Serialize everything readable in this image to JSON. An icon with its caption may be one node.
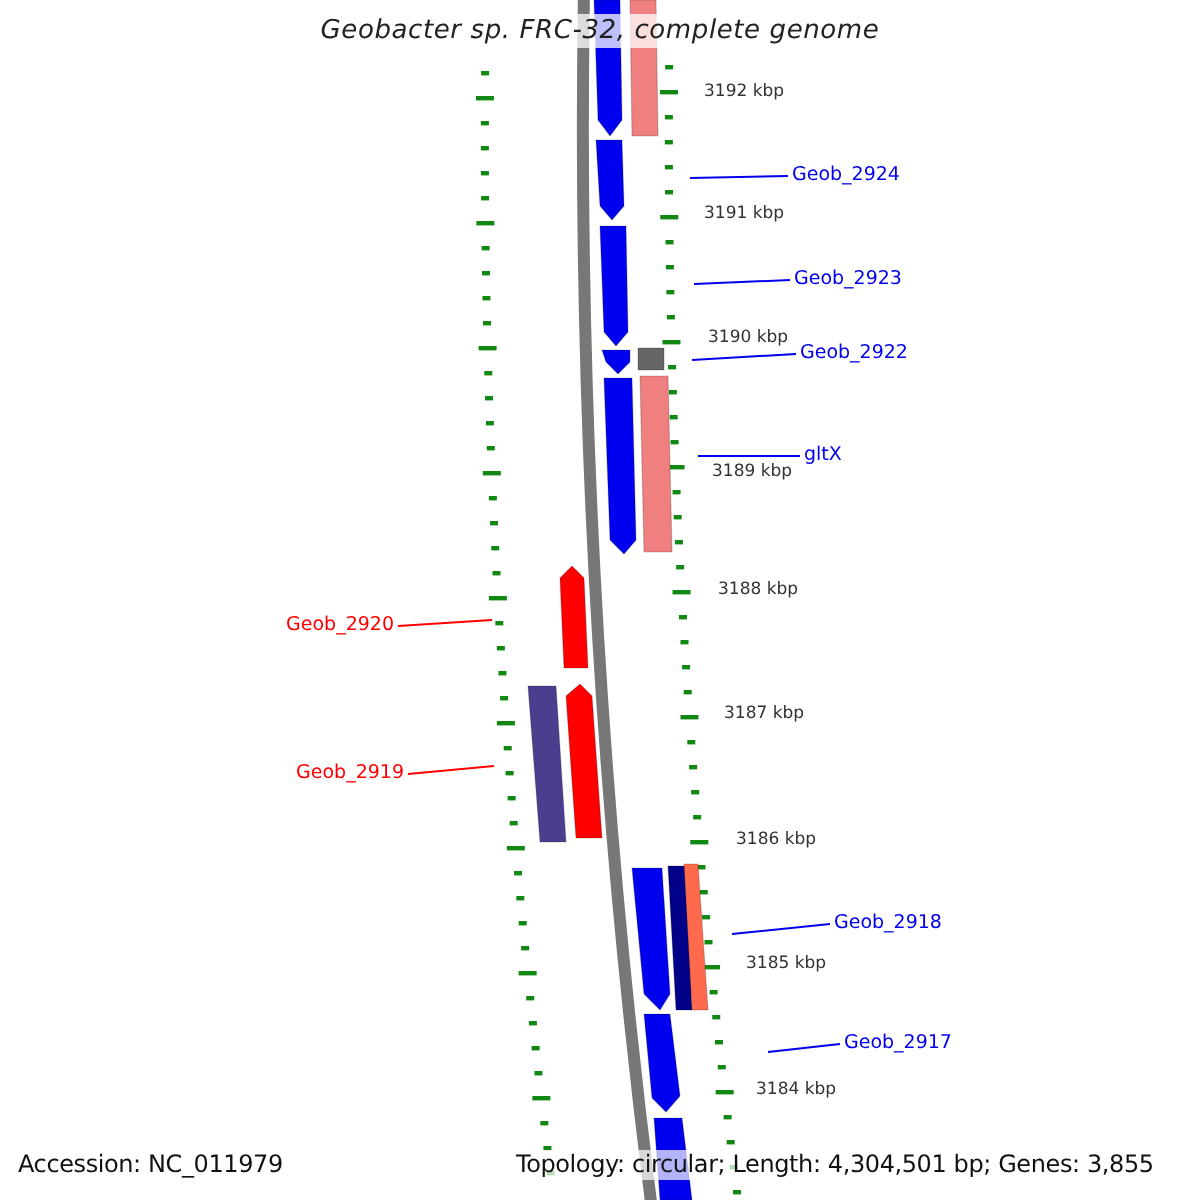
{
  "diagram": {
    "title": "Geobacter sp. FRC-32, complete genome",
    "nodes": [
      {
        "text": [
          "Geob_2924"
        ]
      },
      {
        "text": [
          "Geob_2923"
        ]
      },
      {
        "text": [
          "Geob_2922"
        ]
      },
      {
        "text": [
          "gltX"
        ]
      },
      {
        "text": [
          "Geob_2920"
        ]
      },
      {
        "text": [
          "Geob_2919"
        ]
      },
      {
        "text": [
          "Geob_2918"
        ]
      },
      {
        "text": [
          "Geob_2917"
        ]
      }
    ],
    "edges": [
      {
        "from": 0,
        "to": null,
        "arrow": "none"
      },
      {
        "from": 1,
        "to": null,
        "arrow": "none"
      },
      {
        "from": 2,
        "to": null,
        "arrow": "none"
      },
      {
        "from": 3,
        "to": null,
        "arrow": "none"
      },
      {
        "from": 4,
        "to": null,
        "arrow": "none",
        "color": "#ff0000"
      },
      {
        "from": 5,
        "to": null,
        "arrow": "none",
        "color": "#ff0000"
      },
      {
        "from": 6,
        "to": null,
        "arrow": "none"
      },
      {
        "from": 7,
        "to": null,
        "arrow": "none"
      }
    ],
    "labels": [
      "3192 kbp",
      "3191 kbp",
      "3190 kbp",
      "3189 kbp",
      "3188 kbp",
      "3187 kbp",
      "3186 kbp",
      "3185 kbp",
      "3184 kbp",
      "Accession: NC_011979",
      "Topology: circular; Length: 4,304,501 bp; Genes: 3,855"
    ]
  }
}
